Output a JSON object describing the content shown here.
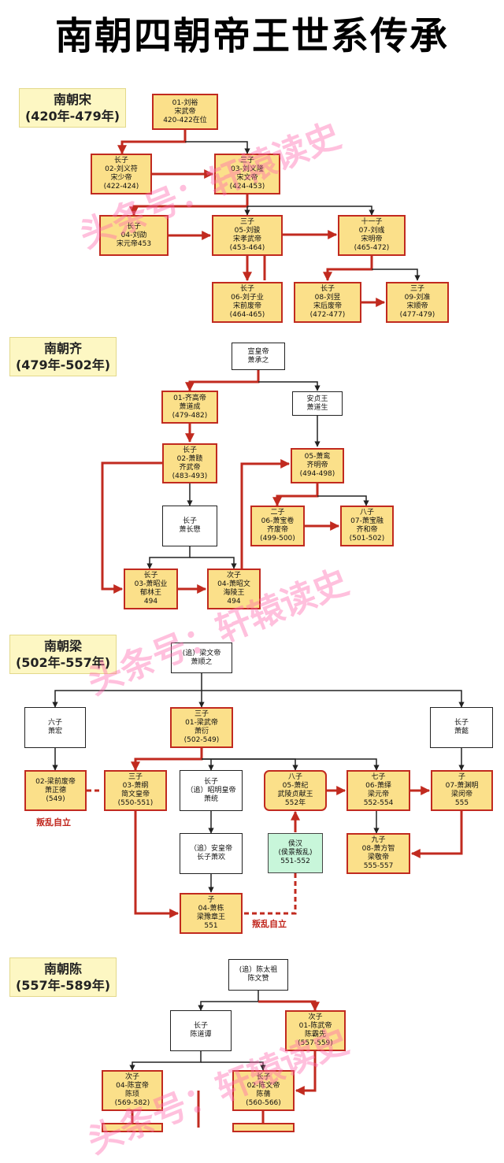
{
  "title": "南朝四朝帝王世系传承",
  "watermark": "头条号：轩辕读史",
  "colors": {
    "ruler_fill": "#fbe08a",
    "ruler_border": "#c12a1f",
    "line_dark": "#222222",
    "rebel_fill": "#c8f6da",
    "label_fill": "#fdf7c3",
    "note": "#c0241b"
  },
  "sections": {
    "song": {
      "name": "南朝宋",
      "years": "(420年-479年)"
    },
    "qi": {
      "name": "南朝齐",
      "years": "(479年-502年)"
    },
    "liang": {
      "name": "南朝梁",
      "years": "(502年-557年)"
    },
    "chen": {
      "name": "南朝陈",
      "years": "(557年-589年)"
    }
  },
  "nodes": {
    "s01": [
      "01-刘裕",
      "宋武帝",
      "420-422在位"
    ],
    "s02": [
      "长子",
      "02-刘义符",
      "宋少帝",
      "(422-424)"
    ],
    "s03": [
      "三子",
      "03-刘义隆",
      "宋文帝",
      "(424-453)"
    ],
    "s04": [
      "长子",
      "04-刘劭",
      "宋元帝453"
    ],
    "s05": [
      "三子",
      "05-刘骏",
      "宋孝武帝",
      "(453-464)"
    ],
    "s07": [
      "十一子",
      "07-刘彧",
      "宋明帝",
      "(465-472)"
    ],
    "s06": [
      "长子",
      "06-刘子业",
      "宋前废帝",
      "(464-465)"
    ],
    "s08": [
      "长子",
      "08-刘昱",
      "宋后废帝",
      "(472-477)"
    ],
    "s09": [
      "三子",
      "09-刘准",
      "宋顺帝",
      "(477-479)"
    ],
    "qxuan": [
      "宣皇帝",
      "萧承之"
    ],
    "q01": [
      "01-齐高帝",
      "萧道成",
      "(479-482)"
    ],
    "qan": [
      "安贞王",
      "萧道生"
    ],
    "q02": [
      "长子",
      "02-萧赜",
      "齐武帝",
      "(483-493)"
    ],
    "q05": [
      "05-萧鸾",
      "齐明帝",
      "(494-498)"
    ],
    "qzz": [
      "长子",
      "萧长懋"
    ],
    "q06": [
      "二子",
      "06-萧宝卷",
      "齐废帝",
      "(499-500)"
    ],
    "q07": [
      "八子",
      "07-萧宝融",
      "齐和帝",
      "(501-502)"
    ],
    "q03": [
      "长子",
      "03-萧昭业",
      "郁林王",
      "494"
    ],
    "q04": [
      "次子",
      "04-萧昭文",
      "海陵王",
      "494"
    ],
    "lwen": [
      "(追）梁文帝",
      "萧顺之"
    ],
    "lhong": [
      "六子",
      "萧宏"
    ],
    "l01": [
      "三子",
      "01-梁武帝",
      "萧衍",
      "(502-549)"
    ],
    "lyi": [
      "长子",
      "萧懿"
    ],
    "l02": [
      "02-梁前废帝",
      "萧正德",
      "(549)"
    ],
    "l03": [
      "三子",
      "03-萧纲",
      "简文皇帝",
      "(550-551)"
    ],
    "ltong": [
      "长子",
      "（追）昭明皇帝",
      "萧统"
    ],
    "l05": [
      "八子",
      "05-萧纪",
      "武陵贞献王",
      "552年"
    ],
    "l06": [
      "七子",
      "06-萧绎",
      "梁元帝",
      "552-554"
    ],
    "l07": [
      "子",
      "07-萧渊明",
      "梁闵帝",
      "555"
    ],
    "lhuan": [
      "（追）安皇帝",
      "长子萧欢"
    ],
    "lhj": [
      "侯汉",
      "(侯景叛乱)",
      "551-552"
    ],
    "l08": [
      "九子",
      "08-萧方智",
      "梁敬帝",
      "555-557"
    ],
    "l04": [
      "子",
      "04-萧栋",
      "梁豫章王",
      "551"
    ],
    "czu": [
      "(追）陈太祖",
      "陈文赞"
    ],
    "ctan": [
      "长子",
      "陈道谭"
    ],
    "c01": [
      "次子",
      "01-陈武帝",
      "陈霸先",
      "(557-559)"
    ],
    "c04": [
      "次子",
      "04-陈宣帝",
      "陈顼",
      "(569-582)"
    ],
    "c02": [
      "长子",
      "02-陈文帝",
      "陈蒨",
      "(560-566)"
    ]
  },
  "notes": {
    "rebel_1": "叛乱自立",
    "rebel_2": "叛乱自立"
  }
}
